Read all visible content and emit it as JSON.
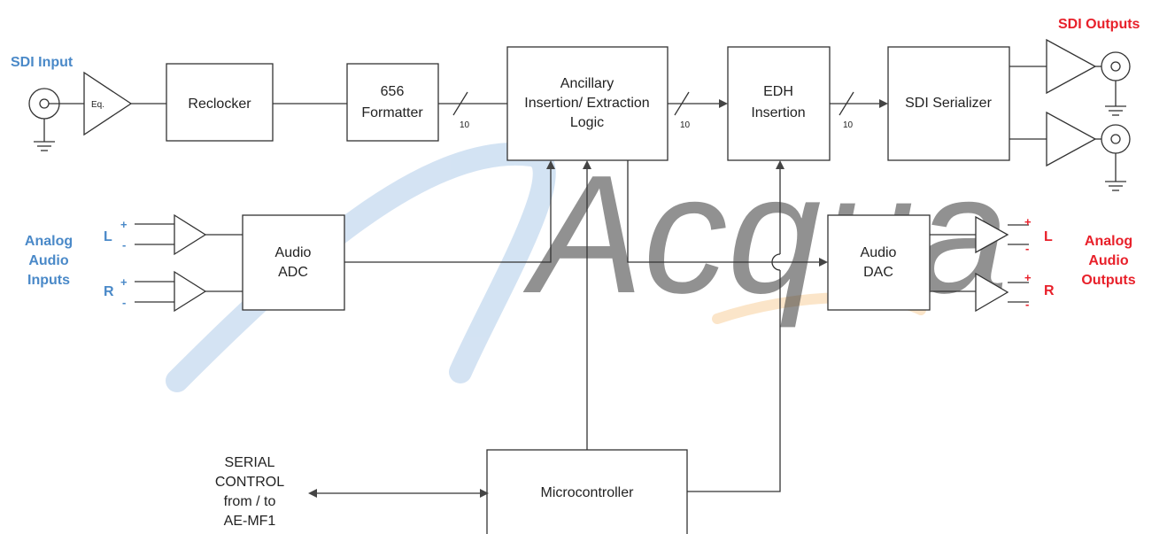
{
  "labels": {
    "sdi_input": "SDI  Input",
    "sdi_outputs": "SDI Outputs",
    "analog_inputs": [
      "Analog",
      "Audio",
      "Inputs"
    ],
    "analog_outputs": [
      "Analog",
      "Audio",
      "Outputs"
    ],
    "serial_control": [
      "SERIAL",
      "CONTROL",
      "from / to",
      "AE-MF1"
    ],
    "in_left": "L",
    "in_right": "R",
    "out_left": "L",
    "out_right": "R",
    "plus": "+",
    "minus": "-"
  },
  "blocks": {
    "eq": "Eq.",
    "reclocker": "Reclocker",
    "formatter": [
      "656",
      "Formatter"
    ],
    "ancillary": [
      "Ancillary",
      "Insertion/ Extraction",
      "Logic"
    ],
    "edh": [
      "EDH",
      "Insertion"
    ],
    "serializer": "SDI Serializer",
    "adc": [
      "Audio",
      "ADC"
    ],
    "dac": [
      "Audio",
      "DAC"
    ],
    "micro": "Microcontroller"
  },
  "buses": [
    "10",
    "10",
    "10"
  ],
  "watermark": "Acqua",
  "colors": {
    "input_labels": "#4a89c8",
    "output_labels": "#e8202a",
    "lines": "#333333",
    "watermark_blue": "#cfe0f2",
    "watermark_orange": "#fbe3c4"
  }
}
